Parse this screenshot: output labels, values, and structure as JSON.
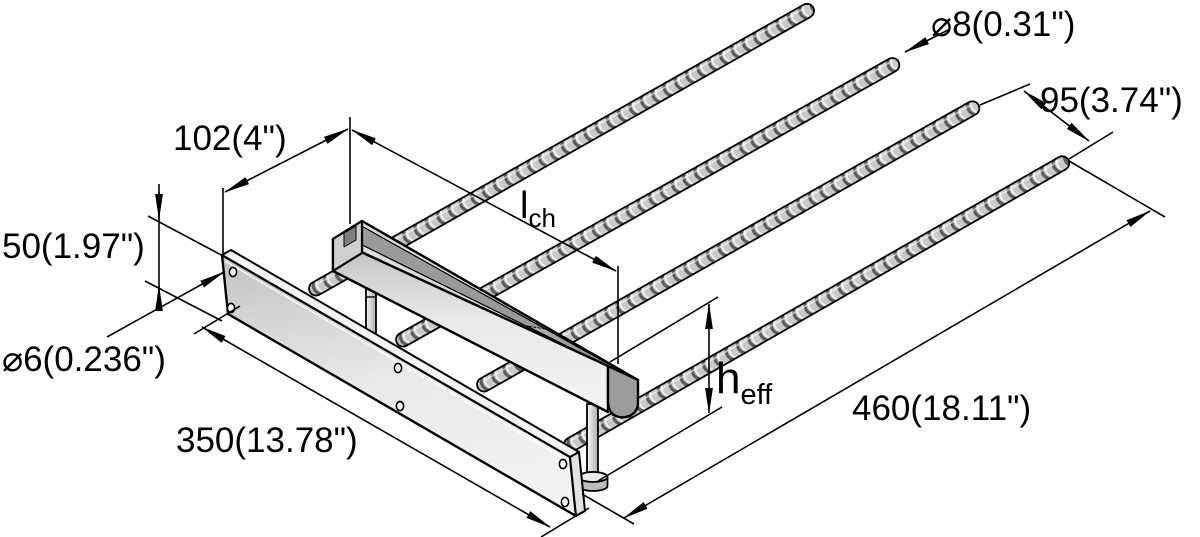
{
  "diagram": {
    "background_color": "#ffffff",
    "line_color": "#000000",
    "metal_light": "#efefef",
    "metal_mid": "#c9c9c9",
    "metal_dark": "#999999",
    "labels": {
      "rebar_diameter": "⌀8(0.31\")",
      "rebar_spacing": "95(3.74\")",
      "channel_offset": "102(4\")",
      "plate_height": "50(1.97\")",
      "hole_diameter": "⌀6(0.236\")",
      "plate_length": "350(13.78\")",
      "bar_length": "460(18.11\")",
      "channel_length_symbol": "l",
      "channel_length_sub": "ch",
      "effective_depth_symbol": "h",
      "effective_depth_sub": "eff"
    },
    "parts": [
      "ribbed-reinforcement-bars",
      "anchor-channel",
      "headed-studs",
      "edge-plate-with-holes"
    ]
  }
}
